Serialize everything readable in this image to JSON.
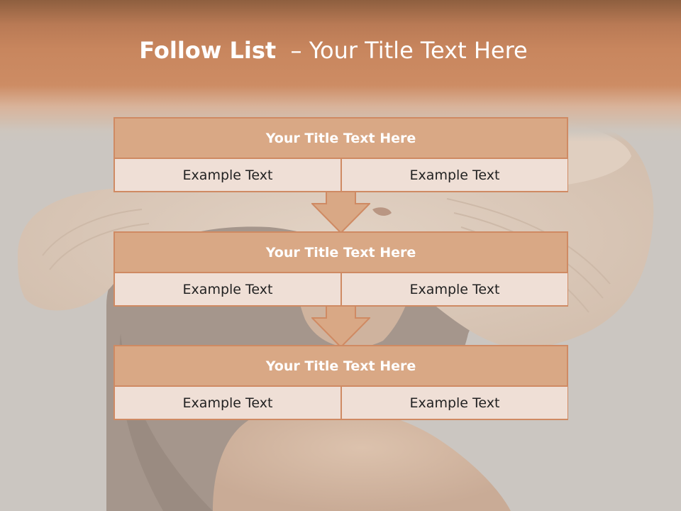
{
  "slide": {
    "title_bold": "Follow List",
    "title_rest": "  – Your Title Text Here"
  },
  "steps": [
    {
      "title": "Your Title Text Here",
      "left": "Example Text",
      "right": "Example Text"
    },
    {
      "title": "Your Title Text Here",
      "left": "Example Text",
      "right": "Example Text"
    },
    {
      "title": "Your Title Text Here",
      "left": "Example Text",
      "right": "Example Text"
    }
  ],
  "colors": {
    "accent": "#cf8a63",
    "title_fill": "#d9a885",
    "cell_fill": "#efdfd6",
    "header_band": "#c8865e"
  }
}
